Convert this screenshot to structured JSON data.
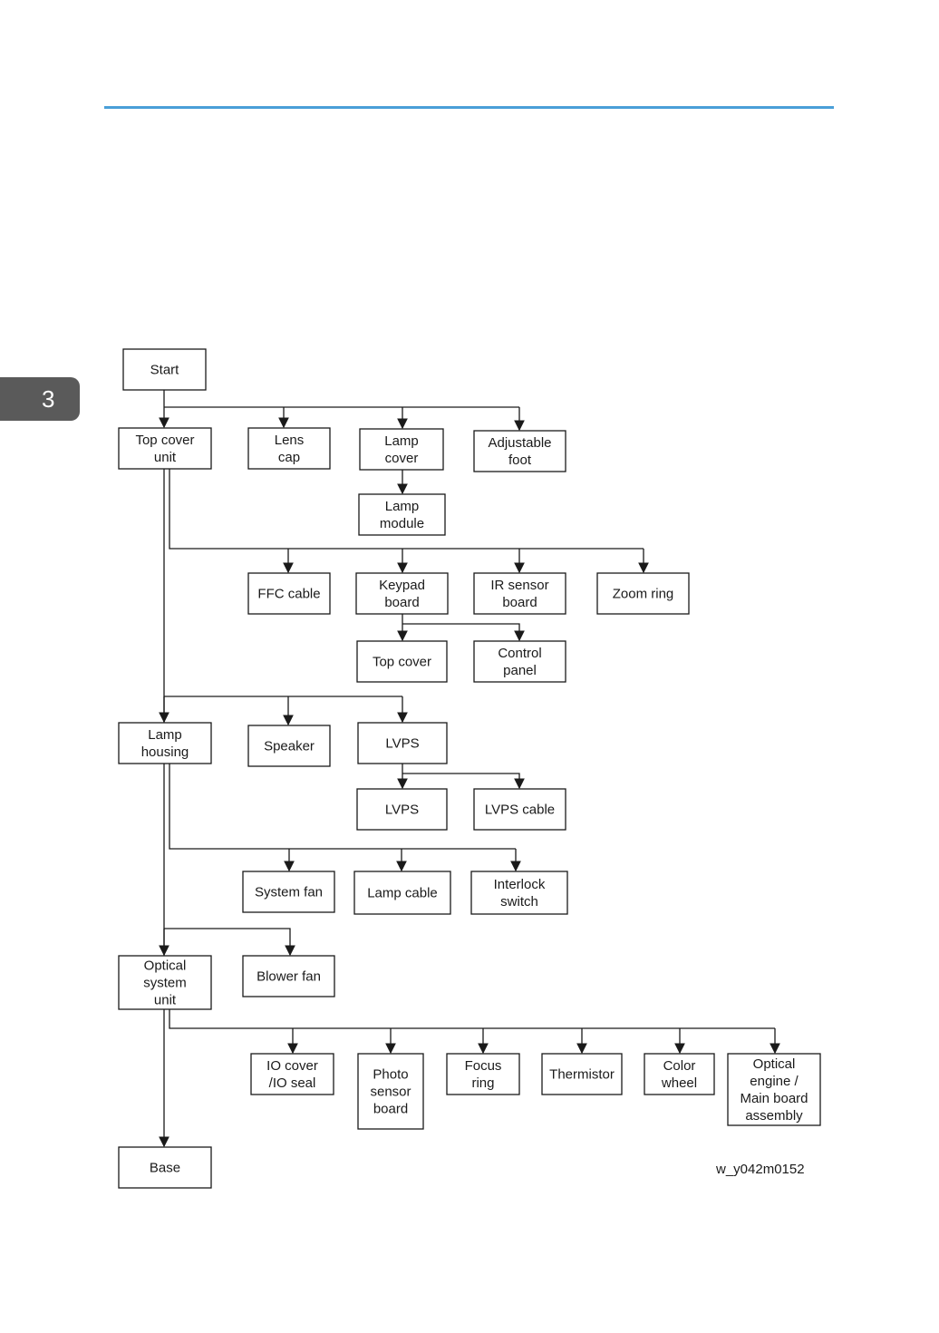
{
  "page": {
    "chapter_tab": "3",
    "figure_code": "w_y042m0152",
    "accent_color": "#4a9fd8",
    "tab_color": "#5a5a5a"
  },
  "nodes": [
    {
      "id": "start",
      "label": "Start"
    },
    {
      "id": "top-cover-unit",
      "label": "Top cover\nunit"
    },
    {
      "id": "lens-cap",
      "label": "Lens\ncap"
    },
    {
      "id": "lamp-cover",
      "label": "Lamp\ncover"
    },
    {
      "id": "adjustable-foot",
      "label": "Adjustable\nfoot"
    },
    {
      "id": "lamp-module",
      "label": "Lamp\nmodule"
    },
    {
      "id": "ffc-cable",
      "label": "FFC cable"
    },
    {
      "id": "keypad-board",
      "label": "Keypad\nboard"
    },
    {
      "id": "ir-sensor-board",
      "label": "IR sensor\nboard"
    },
    {
      "id": "zoom-ring",
      "label": "Zoom ring"
    },
    {
      "id": "top-cover",
      "label": "Top cover"
    },
    {
      "id": "control-panel",
      "label": "Control\npanel"
    },
    {
      "id": "lamp-housing",
      "label": "Lamp\nhousing"
    },
    {
      "id": "speaker",
      "label": "Speaker"
    },
    {
      "id": "lvps-main",
      "label": "LVPS"
    },
    {
      "id": "lvps",
      "label": "LVPS"
    },
    {
      "id": "lvps-cable",
      "label": "LVPS cable"
    },
    {
      "id": "system-fan",
      "label": "System fan"
    },
    {
      "id": "lamp-cable",
      "label": "Lamp cable"
    },
    {
      "id": "interlock-switch",
      "label": "Interlock\nswitch"
    },
    {
      "id": "optical-system-unit",
      "label": "Optical\nsystem\nunit"
    },
    {
      "id": "blower-fan",
      "label": "Blower fan"
    },
    {
      "id": "io-cover",
      "label": "IO cover\n/IO seal"
    },
    {
      "id": "photo-sensor-board",
      "label": "Photo\nsensor\nboard"
    },
    {
      "id": "focus-ring",
      "label": "Focus\nring"
    },
    {
      "id": "thermistor",
      "label": "Thermistor"
    },
    {
      "id": "color-wheel",
      "label": "Color\nwheel"
    },
    {
      "id": "optical-engine",
      "label": "Optical\nengine /\nMain board\nassembly"
    },
    {
      "id": "base",
      "label": "Base"
    }
  ]
}
